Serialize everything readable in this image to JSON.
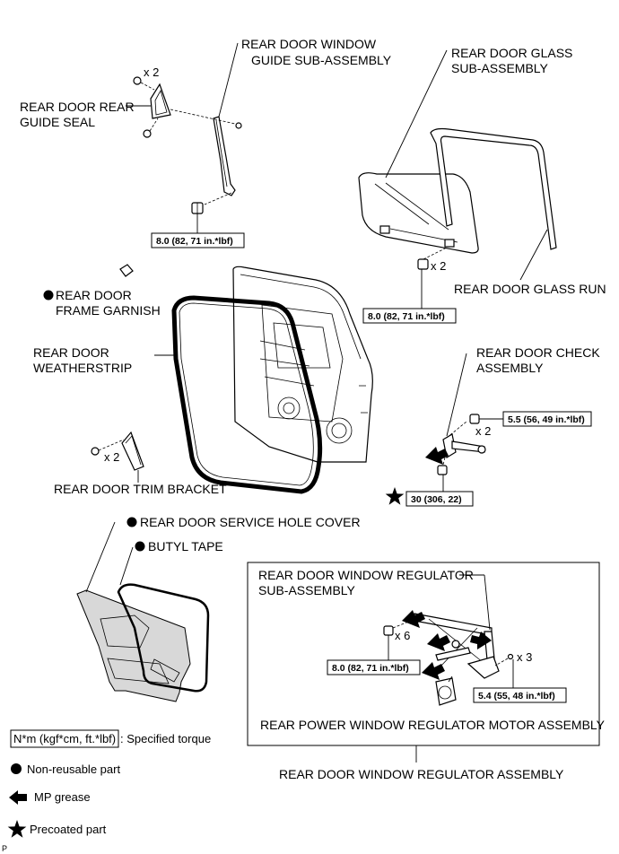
{
  "labels": {
    "guide_sub_assembly_1": "REAR DOOR WINDOW",
    "guide_sub_assembly_2": "GUIDE SUB-ASSEMBLY",
    "glass_sub_assembly_1": "REAR DOOR GLASS",
    "glass_sub_assembly_2": "SUB-ASSEMBLY",
    "rear_guide_seal_1": "REAR DOOR REAR",
    "rear_guide_seal_2": "GUIDE SEAL",
    "glass_run": "REAR DOOR GLASS RUN",
    "frame_garnish_1": "REAR DOOR",
    "frame_garnish_2": "FRAME GARNISH",
    "weatherstrip_1": "REAR DOOR",
    "weatherstrip_2": "WEATHERSTRIP",
    "check_assembly_1": "REAR DOOR CHECK",
    "check_assembly_2": "ASSEMBLY",
    "trim_bracket": "REAR DOOR TRIM BRACKET",
    "service_hole_cover": "REAR DOOR SERVICE HOLE COVER",
    "butyl_tape": "BUTYL TAPE",
    "regulator_sub_assembly_1": "REAR DOOR WINDOW REGULATOR",
    "regulator_sub_assembly_2": "SUB-ASSEMBLY",
    "regulator_motor": "REAR POWER WINDOW REGULATOR MOTOR ASSEMBLY",
    "regulator_assembly": "REAR DOOR WINDOW REGULATOR ASSEMBLY"
  },
  "torques": {
    "guide_bolt": "8.0 (82, 71 in.*lbf)",
    "glass_bolt": "8.0 (82, 71 in.*lbf)",
    "check_bolt": "5.5 (56, 49 in.*lbf)",
    "check_precoated": "30 (306, 22)",
    "regulator_bolt": "8.0 (82, 71 in.*lbf)",
    "regulator_screw": "5.4 (55, 48 in.*lbf)"
  },
  "quantities": {
    "seal_screws": "x 2",
    "glass_bolts": "x 2",
    "check_bolts": "x 2",
    "trim_bracket_screws": "x 2",
    "regulator_bolts": "x 6",
    "motor_screws": "x 3"
  },
  "legend": {
    "torque_box": "N*m (kgf*cm, ft.*lbf)",
    "torque_desc": ": Specified torque",
    "non_reusable": "Non-reusable part",
    "mp_grease": "MP grease",
    "precoated": "Precoated part"
  },
  "corner_mark": "P"
}
